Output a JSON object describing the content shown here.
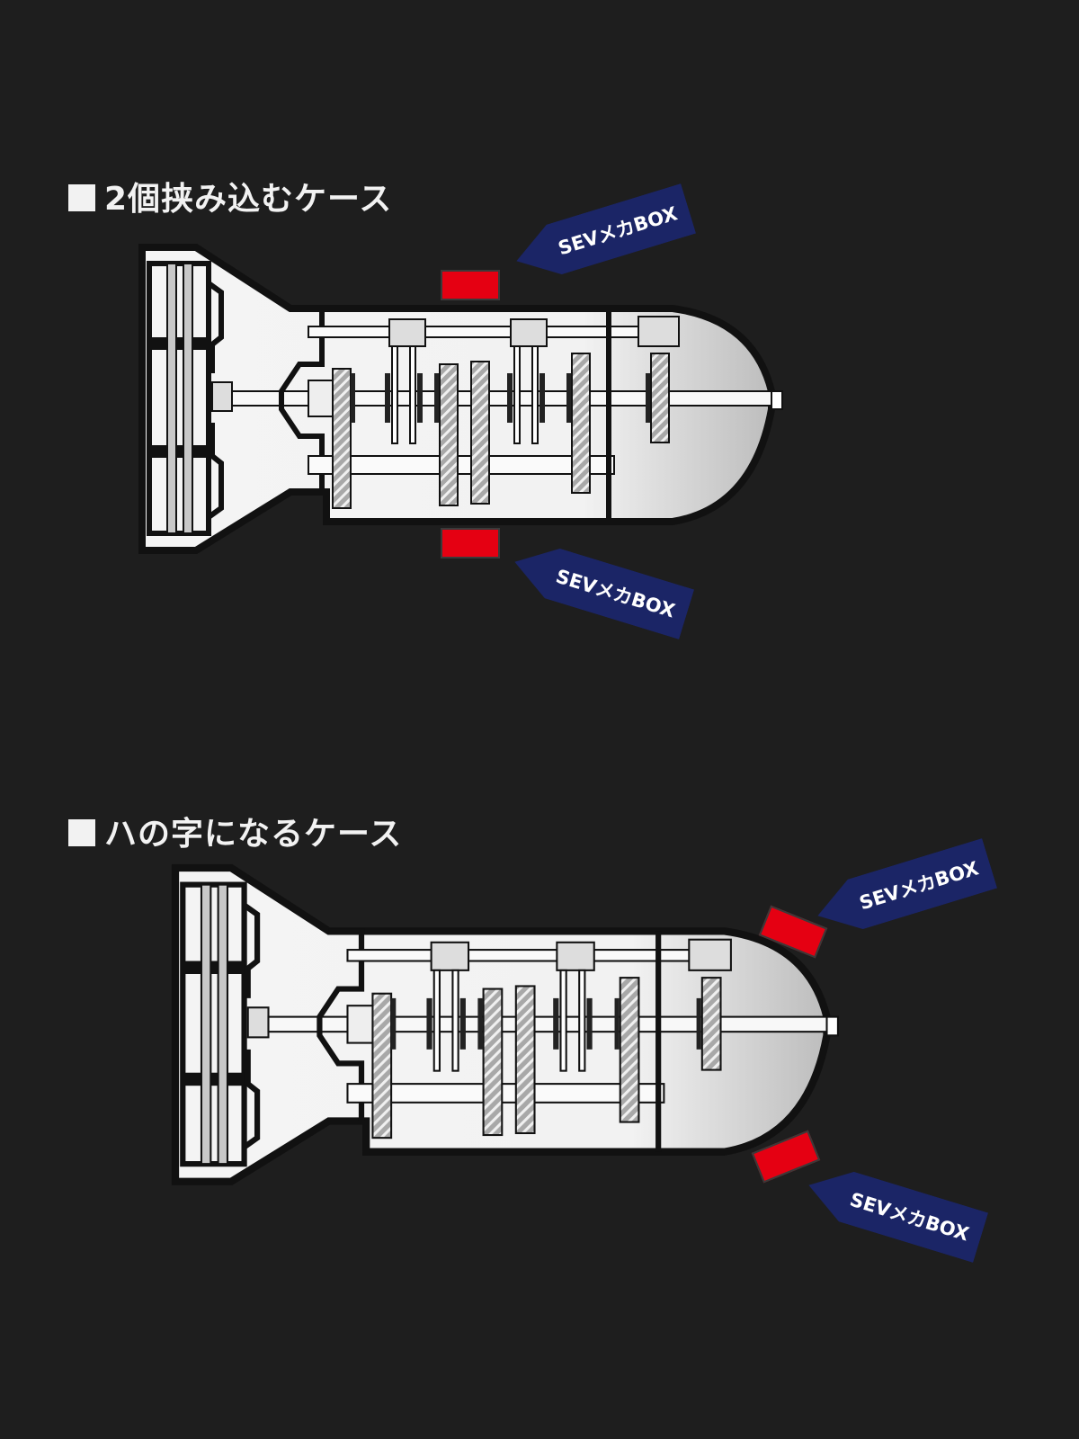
{
  "sections": [
    {
      "title": "2個挟み込むケース",
      "labels": [
        "SEVメカBOX",
        "SEVメカBOX"
      ]
    },
    {
      "title": "ハの字になるケース",
      "labels": [
        "SEVメカBOX",
        "SEVメカBOX"
      ]
    }
  ],
  "colors": {
    "background": "#1e1e1e",
    "marker": "#e50012",
    "label": "#1b2566"
  }
}
